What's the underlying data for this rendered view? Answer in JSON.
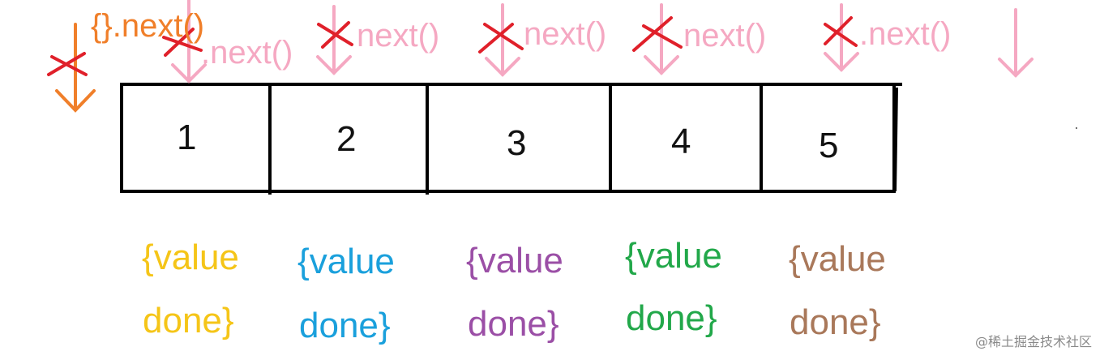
{
  "colors": {
    "orange": "#f07f2a",
    "pink": "#f5a8c2",
    "red_cross": "#e0202a",
    "box_stroke": "#000000",
    "value_colors": [
      "#f5c518",
      "#1aa0dc",
      "#9b4fa6",
      "#22a84a",
      "#a9785a"
    ]
  },
  "first_call": {
    "label": "{}.next()"
  },
  "next_labels": [
    ".next()",
    "next()",
    "next()",
    "next()",
    ".next()"
  ],
  "cells": [
    "1",
    "2",
    "3",
    "4",
    "5"
  ],
  "results": [
    {
      "value": "{value",
      "done": "done}"
    },
    {
      "value": "{value",
      "done": "done}"
    },
    {
      "value": "{value",
      "done": "done}"
    },
    {
      "value": "{value",
      "done": "done}"
    },
    {
      "value": "{value",
      "done": "done}"
    }
  ],
  "watermark": "@稀土掘金技术社区"
}
